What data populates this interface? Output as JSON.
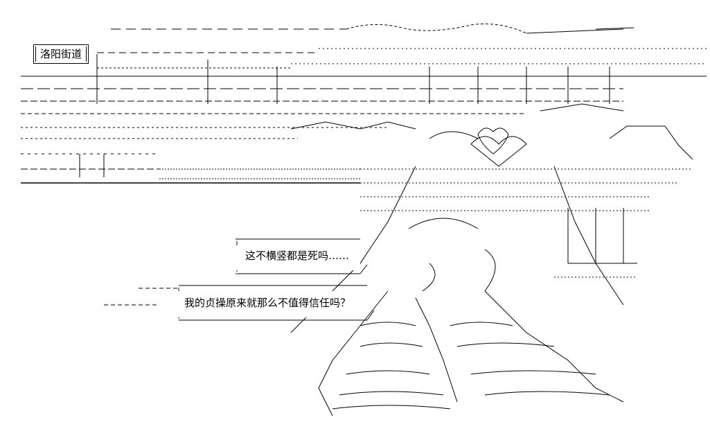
{
  "title": "洛阳街道",
  "speech": [
    "这不横竖都是死吗……",
    "我的贞操原来就那么不值得信任吗？"
  ],
  "colors": {
    "background": "#ffffff",
    "ink": "#000000"
  }
}
